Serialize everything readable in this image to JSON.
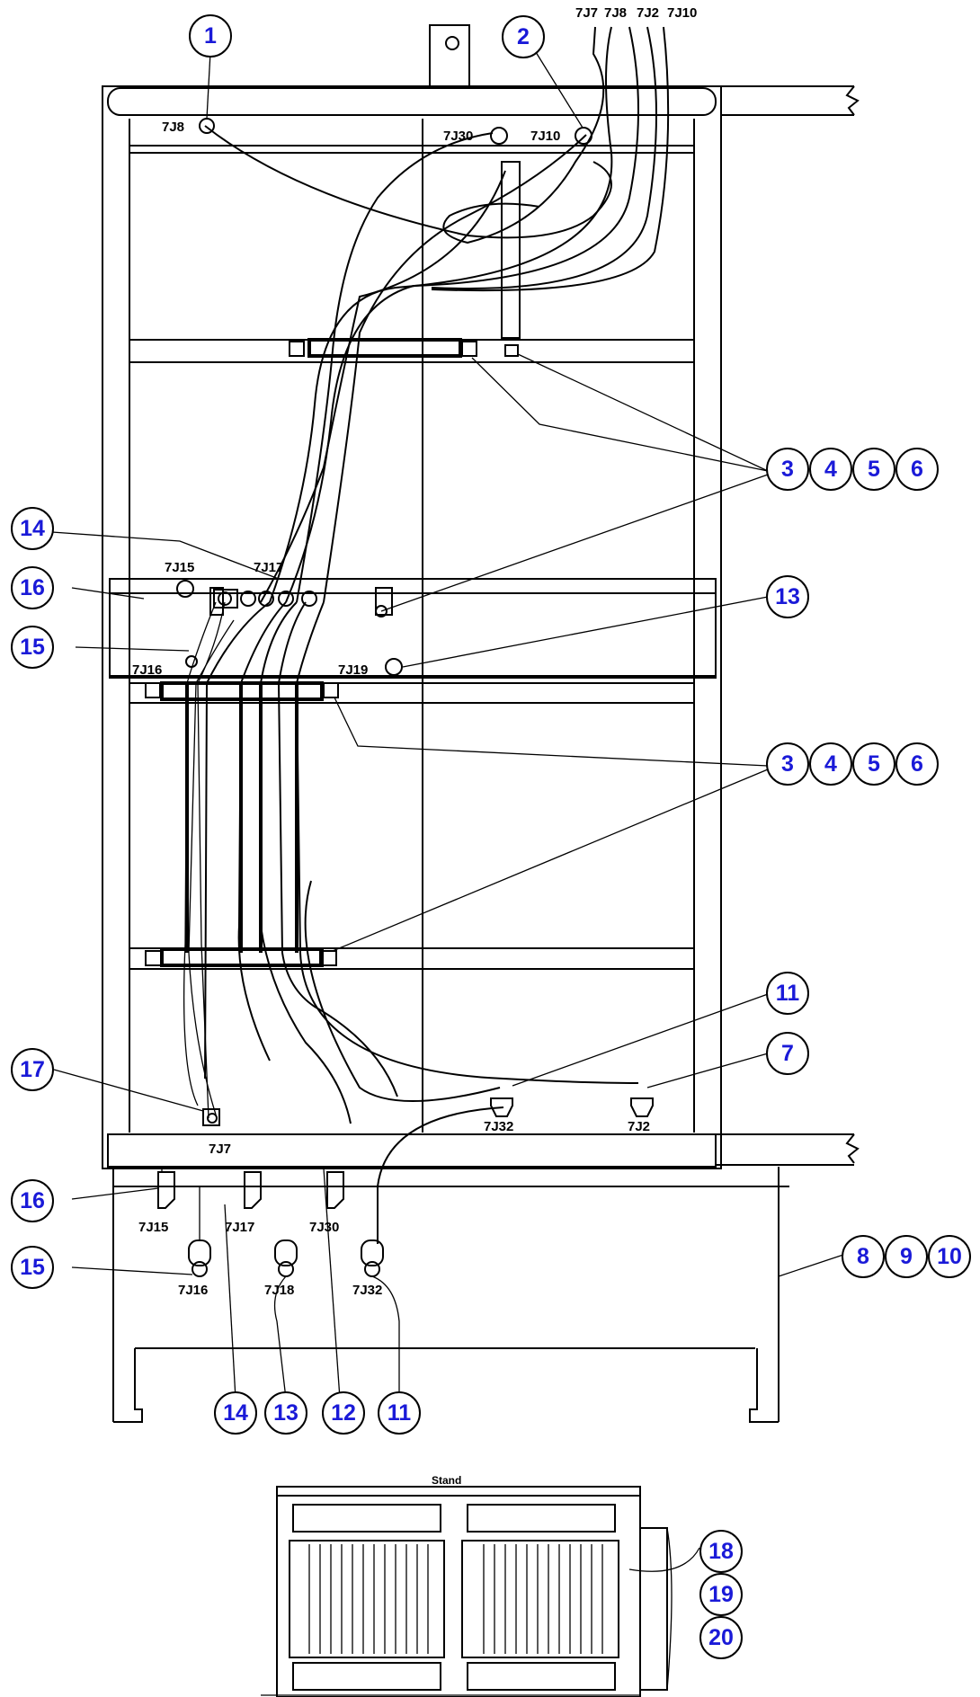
{
  "connector_labels": {
    "top_7j7": "7J7",
    "top_7j8": "7J8",
    "top_7j2": "7J2",
    "top_7j10": "7J10",
    "j8": "7J8",
    "j30": "7J30",
    "j10": "7J10",
    "j15": "7J15",
    "j17": "7J17",
    "j16": "7J16",
    "j19": "7J19",
    "j7": "7J7",
    "j32": "7J32",
    "j2": "7J2",
    "b_j15": "7J15",
    "b_j17": "7J17",
    "b_j30": "7J30",
    "b_j16": "7J16",
    "b_j18": "7J18",
    "b_j32": "7J32",
    "inset_top": "Stand"
  },
  "callouts": {
    "c1": "1",
    "c2": "2",
    "c3a": "3",
    "c4a": "4",
    "c5a": "5",
    "c6a": "6",
    "c3b": "3",
    "c4b": "4",
    "c5b": "5",
    "c6b": "6",
    "c14a": "14",
    "c16a": "16",
    "c15a": "15",
    "c13a": "13",
    "c11a": "11",
    "c7": "7",
    "c17": "17",
    "c16b": "16",
    "c15b": "15",
    "c8": "8",
    "c9": "9",
    "c10": "10",
    "c14b": "14",
    "c13b": "13",
    "c12": "12",
    "c11b": "11",
    "c18": "18",
    "c19": "19",
    "c20": "20"
  },
  "colors": {
    "callout_number": "#1a1ad8",
    "line": "#000000",
    "background": "#ffffff"
  }
}
